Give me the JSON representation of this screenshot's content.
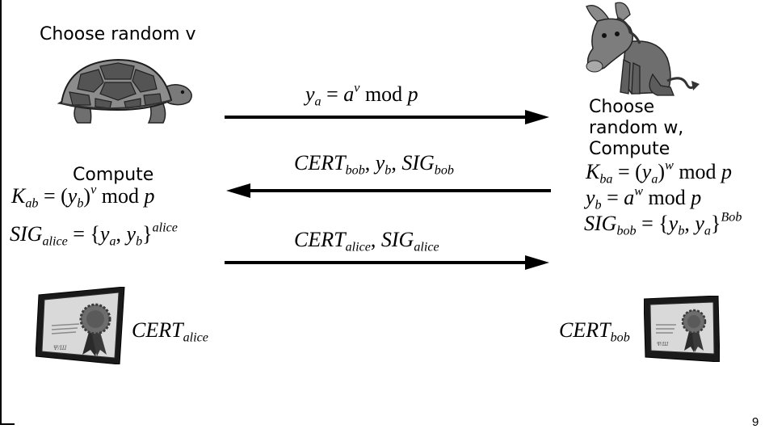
{
  "alice": {
    "choose_label": "Choose random v",
    "compute_label": "Compute",
    "k_ab": {
      "k": "K",
      "k_sub": "ab",
      "eq": " = (",
      "y": "y",
      "y_sub": "b",
      "close": ")",
      "exp": "v",
      "mod": " mod ",
      "p": "p"
    },
    "sig": {
      "sig": "SIG",
      "sig_sub": "alice",
      "eq": " = {",
      "y1": "y",
      "y1_sub": "a",
      "comma": ", ",
      "y2": "y",
      "y2_sub": "b",
      "close": "}",
      "exp": "alice"
    },
    "cert": {
      "cert": "CERT",
      "cert_sub": "alice"
    }
  },
  "bob": {
    "choose_line1": "Choose",
    "choose_line2": "random w,",
    "compute_label": "Compute",
    "k_ba": {
      "k": "K",
      "k_sub": "ba",
      "eq": " = (",
      "y": "y",
      "y_sub": "a",
      "close": ")",
      "exp": "w",
      "mod": " mod ",
      "p": "p"
    },
    "y_b": {
      "y": "y",
      "y_sub": "b",
      "eq": " = ",
      "a": "a",
      "exp": "w",
      "mod": " mod ",
      "p": "p"
    },
    "sig": {
      "sig": "SIG",
      "sig_sub": "bob",
      "eq": " = {",
      "y1": "y",
      "y1_sub": "b",
      "comma": ", ",
      "y2": "y",
      "y2_sub": "a",
      "close": "}",
      "exp": "Bob"
    },
    "cert": {
      "cert": "CERT",
      "cert_sub": "bob"
    }
  },
  "messages": {
    "m1": {
      "y": "y",
      "y_sub": "a",
      "eq": " = ",
      "a": "a",
      "exp": "v",
      "mod": " mod ",
      "p": "p"
    },
    "m2": {
      "cert": "CERT",
      "cert_sub": "bob",
      "c1": ", ",
      "y": "y",
      "y_sub": "b",
      "c2": ", ",
      "sig": "SIG",
      "sig_sub": "bob"
    },
    "m3": {
      "cert": "CERT",
      "cert_sub": "alice",
      "c1": ", ",
      "sig": "SIG",
      "sig_sub": "alice"
    }
  },
  "icons": {
    "alice": "turtle-icon",
    "bob": "donkey-icon",
    "certificate": "certificate-icon",
    "arrow": "arrow"
  },
  "colors": {
    "shell_dark": "#4a4a4a",
    "shell_mid": "#8c8c8c",
    "cert_frame": "#1a1a1a",
    "seal": "#6d6d6d"
  },
  "page_number": "9"
}
